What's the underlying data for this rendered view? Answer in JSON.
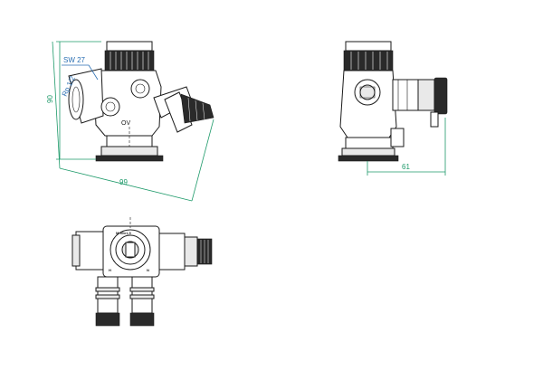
{
  "views": {
    "front": {
      "callout_wrench": "SW 27",
      "callout_thread": "Rp 1/2",
      "body_mark": "OV",
      "dim_height": "90",
      "dim_diagonal": "99"
    },
    "side": {
      "dim_depth": "61"
    },
    "top": {
      "dial_text": "M 30x1,5",
      "mark_left": "H",
      "mark_right": "N"
    }
  },
  "colors": {
    "dimension": "#1e9a6a",
    "callout": "#2b6fb3",
    "line": "#1a1a1a"
  }
}
